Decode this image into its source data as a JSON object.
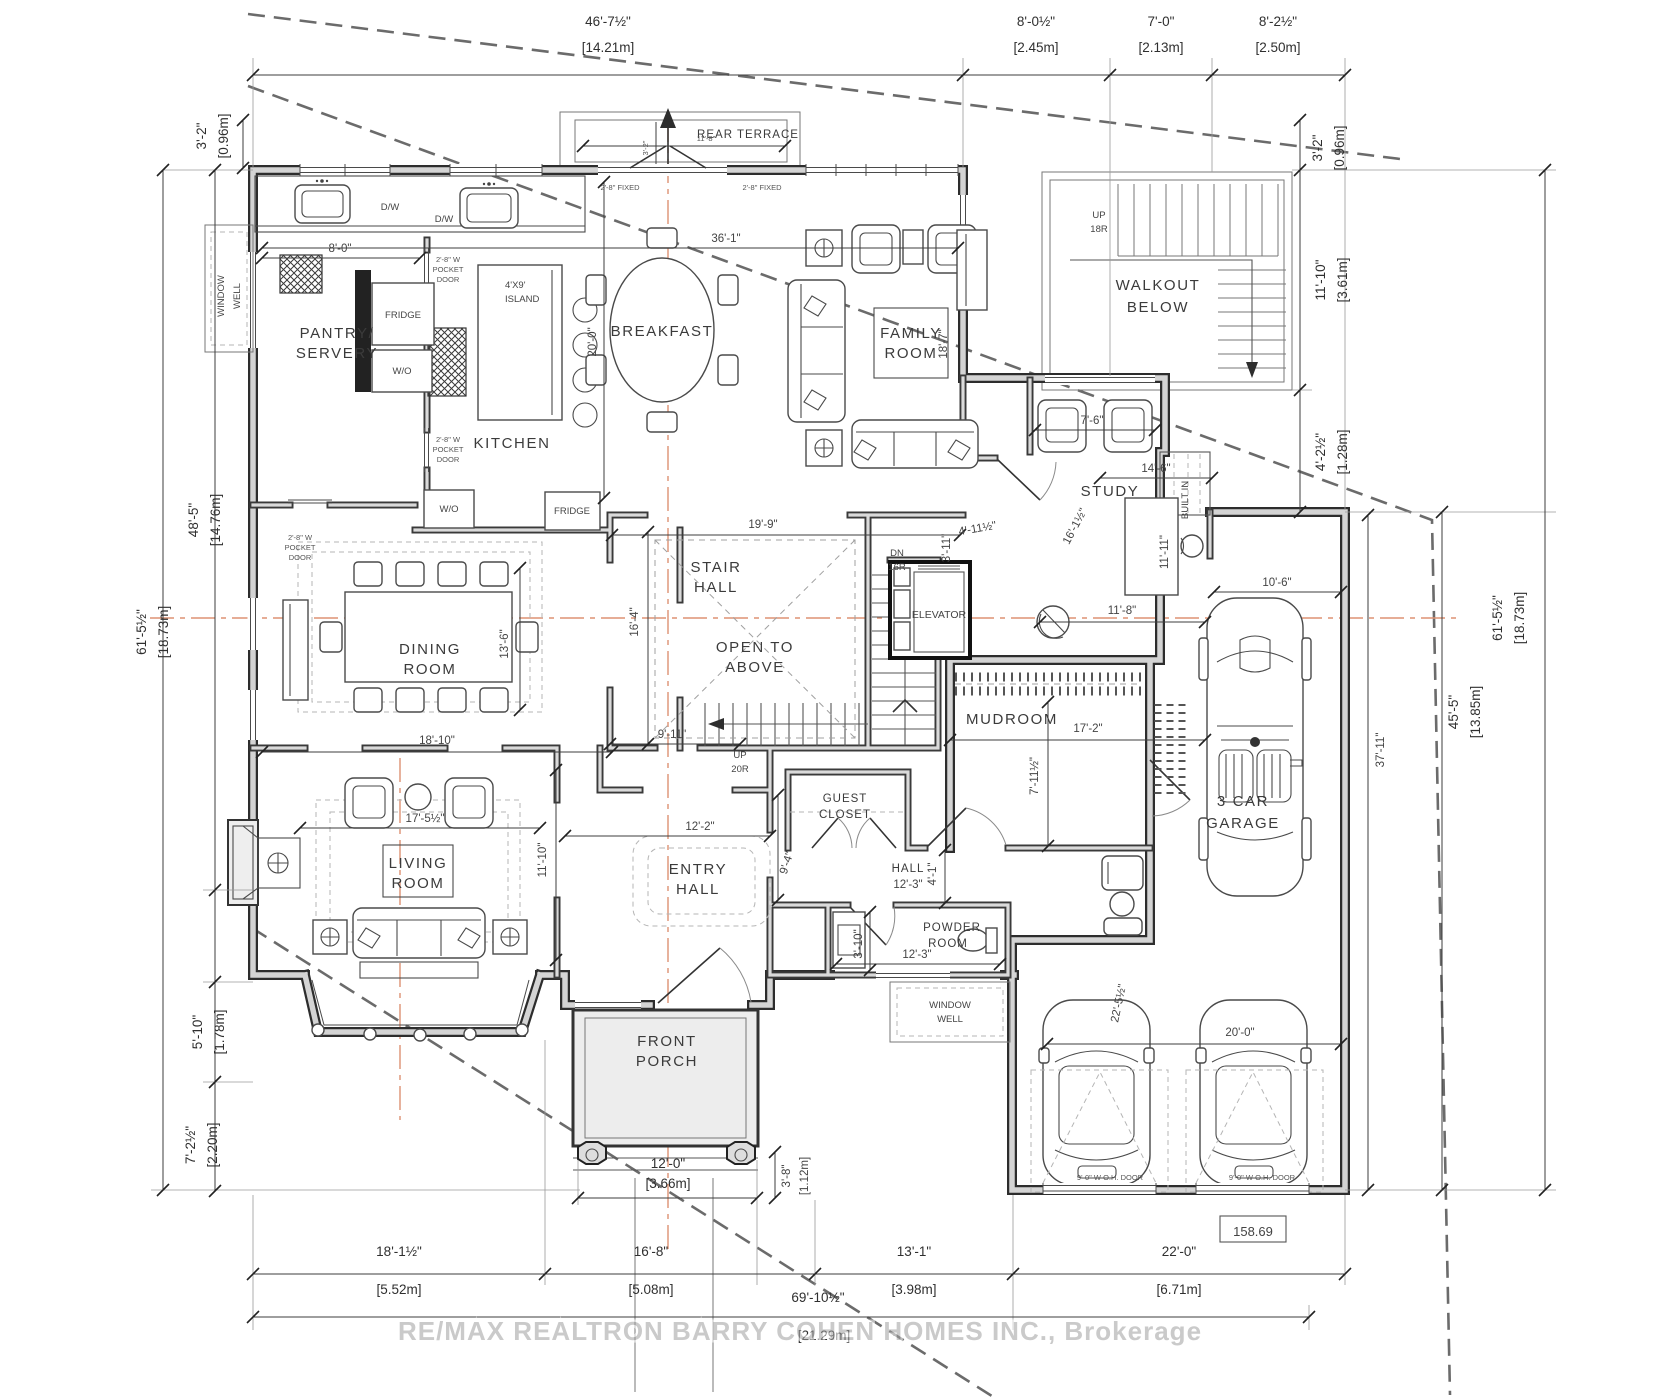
{
  "watermark": "RE/MAX REALTRON BARRY COHEN HOMES INC.,  Brokerage",
  "dims_top": [
    {
      "ft": "46'-7½\"",
      "m": "[14.21m]"
    },
    {
      "ft": "8'-0½\"",
      "m": "[2.45m]"
    },
    {
      "ft": "7'-0\"",
      "m": "[2.13m]"
    },
    {
      "ft": "8'-2½\"",
      "m": "[2.50m]"
    }
  ],
  "dims_left": [
    {
      "ft": "3'-2\"",
      "m": "[0.96m]"
    },
    {
      "ft": "48'-5\"",
      "m": "[14.76m]"
    },
    {
      "ft": "61'-5½\"",
      "m": "[18.73m]"
    },
    {
      "ft": "5'-10\"",
      "m": "[1.78m]"
    },
    {
      "ft": "7'-2½\"",
      "m": "[2.20m]"
    }
  ],
  "dims_right": [
    {
      "ft": "3'-2\"",
      "m": "[0.96m]"
    },
    {
      "ft": "11'-10\"",
      "m": "[3.61m]"
    },
    {
      "ft": "4'-2½\"",
      "m": "[1.28m]"
    },
    {
      "ft": "61'-5½\"",
      "m": "[18.73m]"
    },
    {
      "ft": "45'-5\"",
      "m": "[13.85m]"
    },
    {
      "ft": "37'-11\"",
      "m": ""
    }
  ],
  "dims_bottom": [
    {
      "ft": "18'-1½\"",
      "m": "[5.52m]"
    },
    {
      "ft": "16'-8\"",
      "m": "[5.08m]"
    },
    {
      "ft": "13'-1\"",
      "m": "[3.98m]"
    },
    {
      "ft": "22'-0\"",
      "m": "[6.71m]"
    },
    {
      "ft": "69'-10½\"",
      "m": "[21.29m]"
    },
    {
      "ft": "12'-0\"",
      "m": "[3.66m]"
    },
    {
      "ft": "3'-8\"",
      "m": "[1.12m]"
    }
  ],
  "rooms": {
    "rear_terrace": [
      "REAR TERRACE"
    ],
    "pantry": [
      "PANTRY/",
      "SERVERY"
    ],
    "kitchen": [
      "KITCHEN"
    ],
    "breakfast": [
      "BREAKFAST"
    ],
    "family": [
      "FAMILY",
      "ROOM"
    ],
    "walkout": [
      "WALKOUT",
      "BELOW"
    ],
    "study": [
      "STUDY"
    ],
    "dining": [
      "DINING",
      "ROOM"
    ],
    "stair_hall": [
      "STAIR",
      "HALL"
    ],
    "open_above": [
      "OPEN TO",
      "ABOVE"
    ],
    "elevator": [
      "ELEVATOR"
    ],
    "mudroom": [
      "MUDROOM"
    ],
    "living": [
      "LIVING",
      "ROOM"
    ],
    "entry": [
      "ENTRY",
      "HALL"
    ],
    "guest_closet": [
      "GUEST",
      "CLOSET"
    ],
    "hall": [
      "HALL"
    ],
    "powder": [
      "POWDER",
      "ROOM"
    ],
    "front_porch": [
      "FRONT",
      "PORCH"
    ],
    "window_well": [
      "WINDOW",
      "WELL"
    ],
    "garage": [
      "3 CAR",
      "GARAGE"
    ]
  },
  "fixtures": {
    "dw": "D/W",
    "fridge": "FRIDGE",
    "wo": "W/O",
    "island": [
      "4'X9'",
      "ISLAND"
    ]
  },
  "stairs": {
    "up18": [
      "UP",
      "18R"
    ],
    "dn16": [
      "DN",
      "16R"
    ],
    "up20": [
      "UP",
      "20R"
    ]
  },
  "inner_dims": {
    "p8": "8'-0\"",
    "k20": "20'-0\"",
    "bf36": "36'-1\"",
    "fam18": "18'-7\"",
    "st14": "14'-6\"",
    "st16": "16'-1½\"",
    "st11": "11'-11\"",
    "st11b": "11'-8\"",
    "al7": "7'-6\"",
    "dr18": "18'-10\"",
    "dr13": "13'-6\"",
    "dr16": "16'-4\"",
    "sh19": "19'-9\"",
    "sh9": "9'-11\"",
    "el4": "4'-11½\"",
    "el3": "3'-11\"",
    "md17": "17'-2\"",
    "md7": "7'-11½\"",
    "lv17": "17'-5½\"",
    "lv11": "11'-10\"",
    "en12": "12'-2\"",
    "en9": "9'-4\"",
    "ha12": "12'-3\"",
    "ha4": "4'-1\"",
    "pw3": "3'-10\"",
    "pw12": "12'-3\"",
    "gr10": "10'-6\"",
    "gr22": "22'-5½\"",
    "gr20": "20'-0\"",
    "tr11": "11'-8\"",
    "tr3": "3'-2\""
  },
  "notes": {
    "pocket_door": [
      "2'-8\" W",
      "POCKET",
      "DOOR"
    ],
    "fixed": "2'-8\" FIXED",
    "oh_door": "9'-0\" W O.H. DOOR",
    "benchmark": "158.69",
    "built_in": "BUILT IN"
  }
}
